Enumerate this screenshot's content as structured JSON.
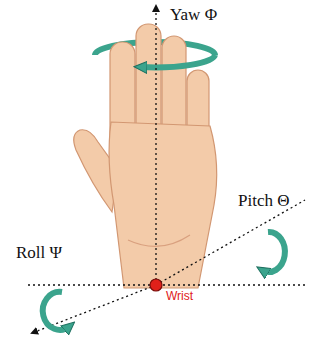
{
  "diagram": {
    "labels": [
      "Yaw Φ",
      "Pitch Θ",
      "Roll Ψ",
      "Wrist"
    ]
  }
}
